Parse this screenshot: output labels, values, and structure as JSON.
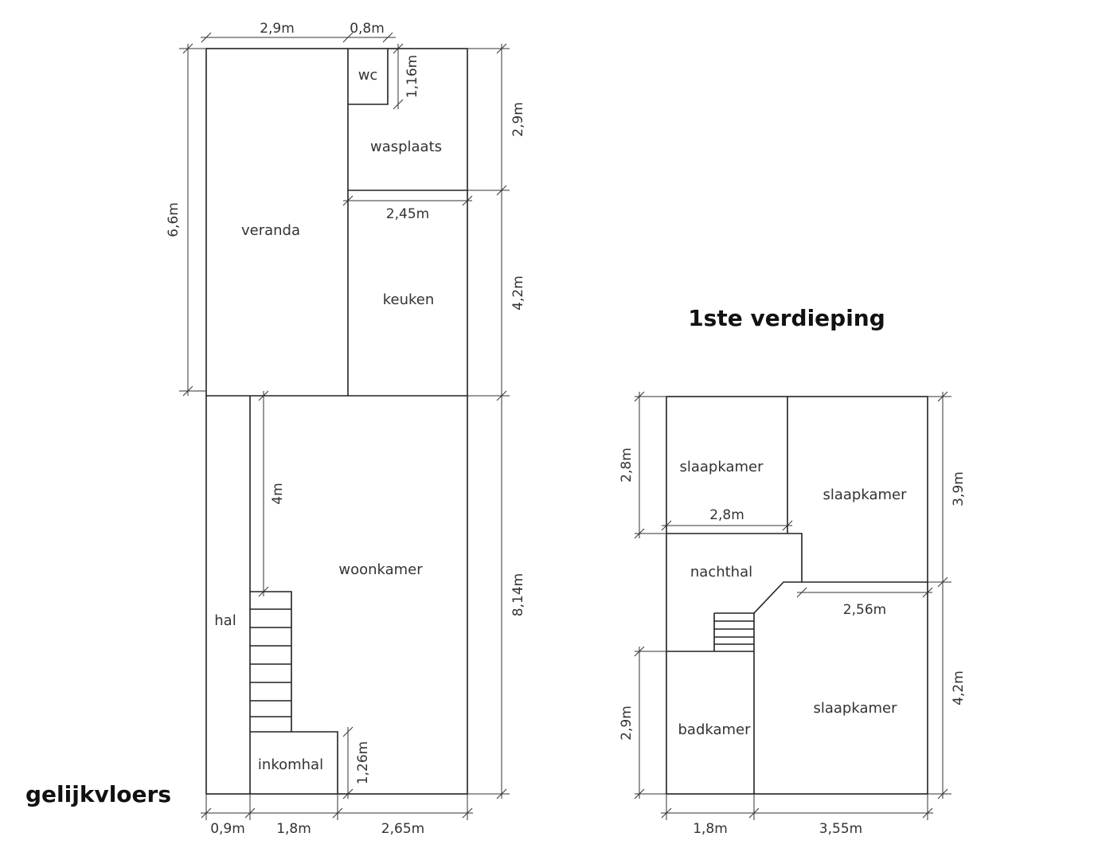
{
  "titles": {
    "ground_floor": "gelijkvloers",
    "first_floor": "1ste verdieping"
  },
  "ground_floor": {
    "rooms": {
      "wc": "wc",
      "wasplaats": "wasplaats",
      "veranda": "veranda",
      "keuken": "keuken",
      "woonkamer": "woonkamer",
      "hal": "hal",
      "inkomhal": "inkomhal"
    },
    "dimensions": {
      "top_veranda": "2,9m",
      "top_wc": "0,8m",
      "wc_height": "1,16m",
      "right_wasplaats": "2,9m",
      "keuken_width": "2,45m",
      "left_veranda": "6,6m",
      "right_keuken": "4,2m",
      "stair_length": "4m",
      "right_woonkamer": "8,14m",
      "inkomhal_height": "1,26m",
      "bottom_hal": "0,9m",
      "bottom_inkomhal": "1,8m",
      "bottom_woonkamer": "2,65m"
    }
  },
  "first_floor": {
    "rooms": {
      "slaapkamer_1": "slaapkamer",
      "slaapkamer_2": "slaapkamer",
      "nachthal": "nachthal",
      "slaapkamer_3": "slaapkamer",
      "badkamer": "badkamer"
    },
    "dimensions": {
      "left_slaapkamer": "2,8m",
      "slaapkamer_width": "2,8m",
      "right_top": "3,9m",
      "middle_width": "2,56m",
      "right_bottom": "4,2m",
      "left_badkamer": "2,9m",
      "bottom_left": "1,8m",
      "bottom_right": "3,55m"
    }
  }
}
